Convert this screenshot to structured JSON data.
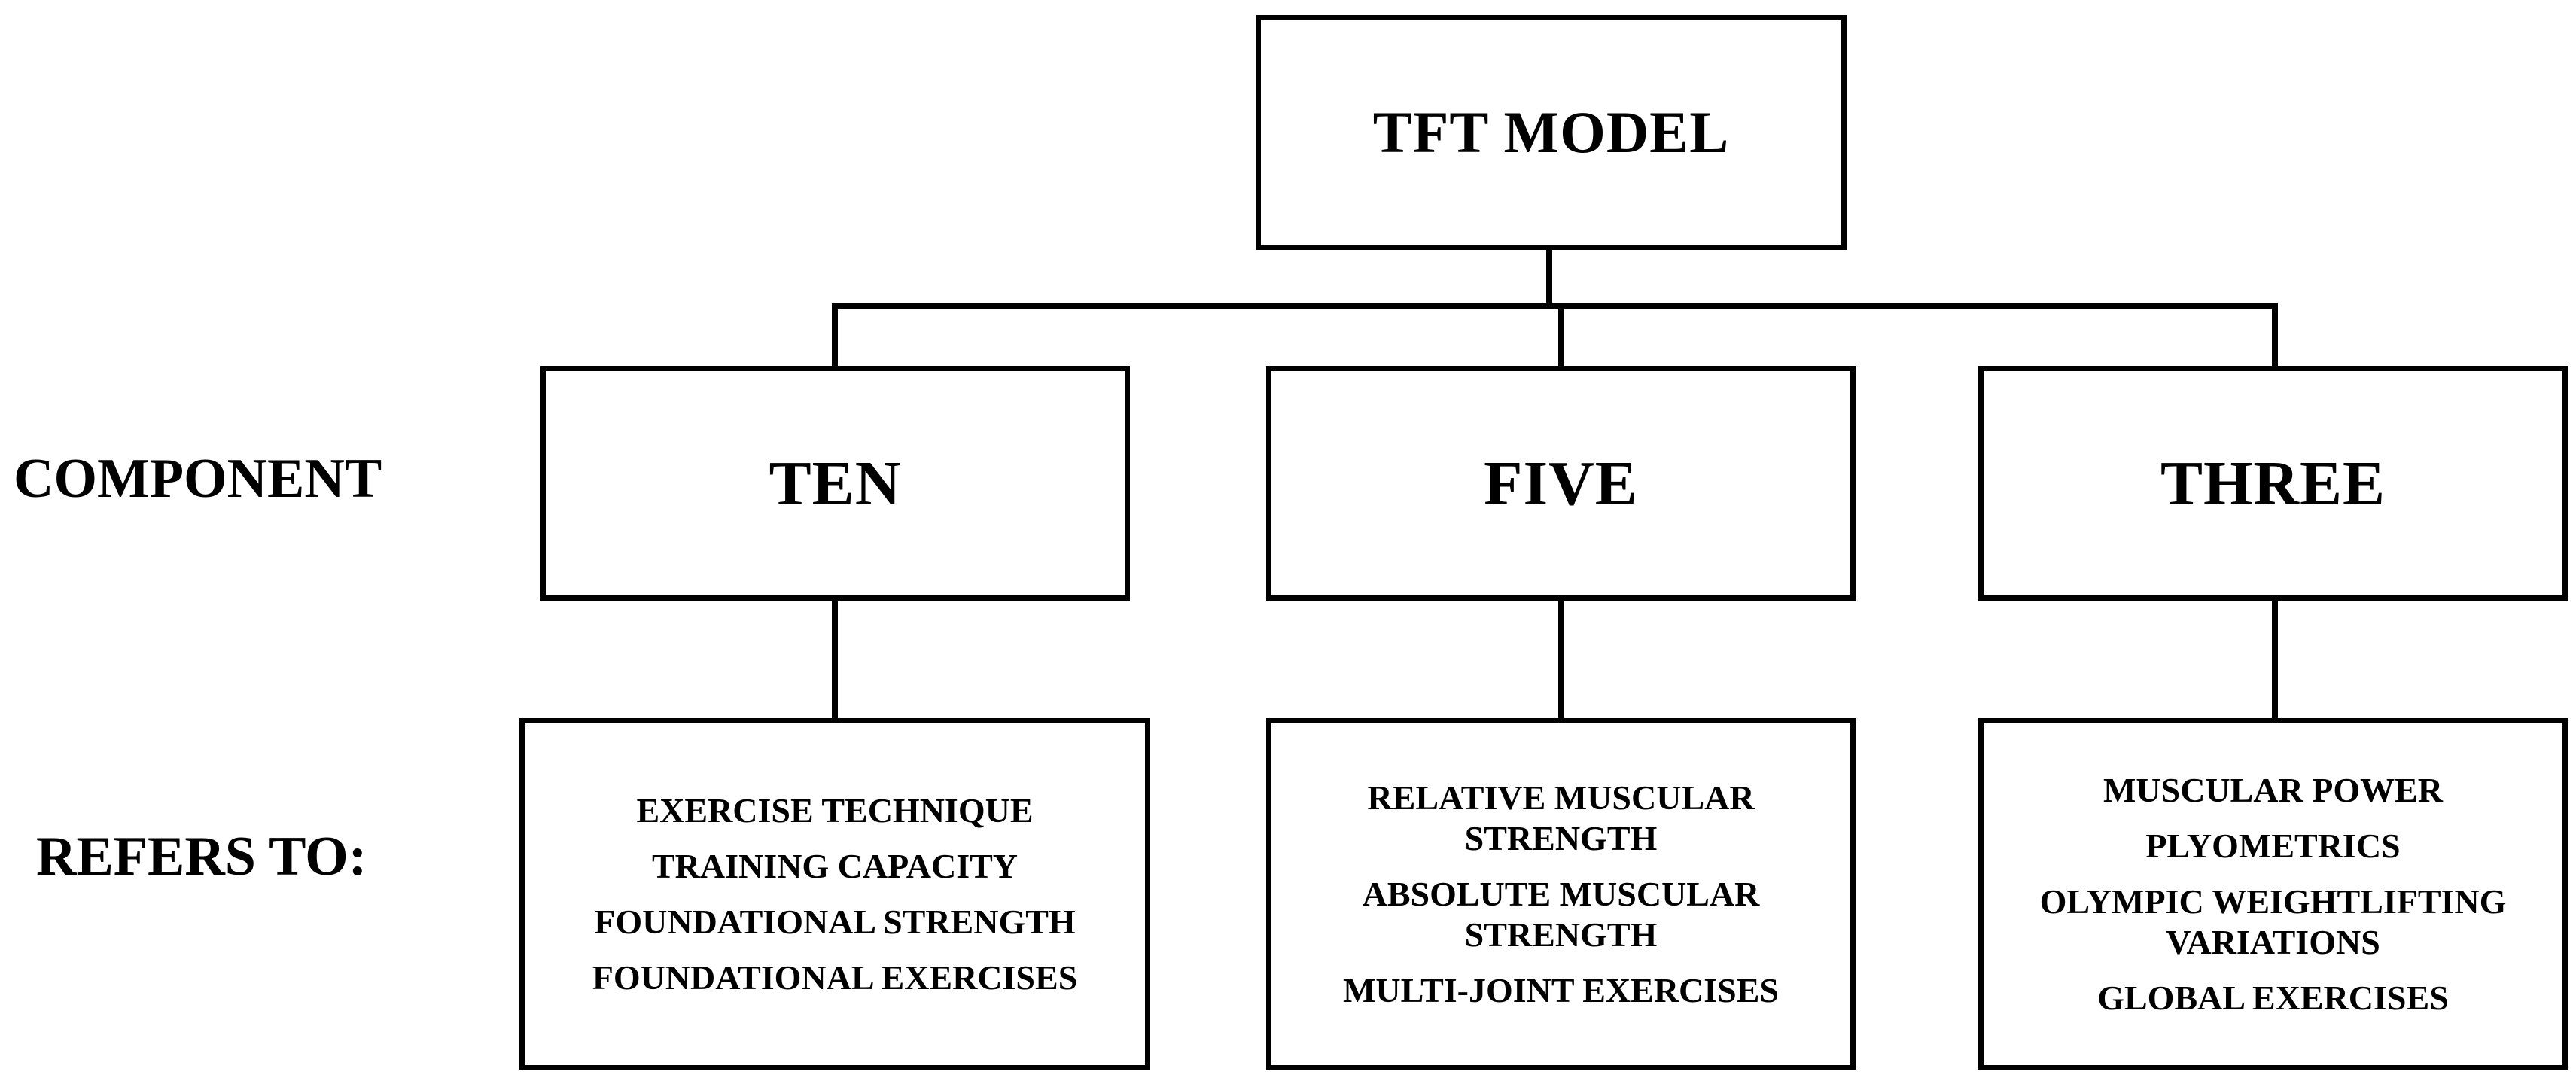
{
  "diagram": {
    "root": {
      "label": "TFT MODEL"
    },
    "row_labels": {
      "component": "COMPONENT",
      "refers_to": "REFERS TO:"
    },
    "components": [
      {
        "label": "TEN",
        "items": [
          "EXERCISE TECHNIQUE",
          "TRAINING CAPACITY",
          "FOUNDATIONAL STRENGTH",
          "FOUNDATIONAL EXERCISES"
        ]
      },
      {
        "label": "FIVE",
        "items": [
          "RELATIVE MUSCULAR STRENGTH",
          "ABSOLUTE MUSCULAR STRENGTH",
          "MULTI-JOINT EXERCISES"
        ]
      },
      {
        "label": "THREE",
        "items": [
          "MUSCULAR POWER",
          "PLYOMETRICS",
          "OLYMPIC WEIGHTLIFTING VARIATIONS",
          "GLOBAL EXERCISES"
        ]
      }
    ]
  }
}
